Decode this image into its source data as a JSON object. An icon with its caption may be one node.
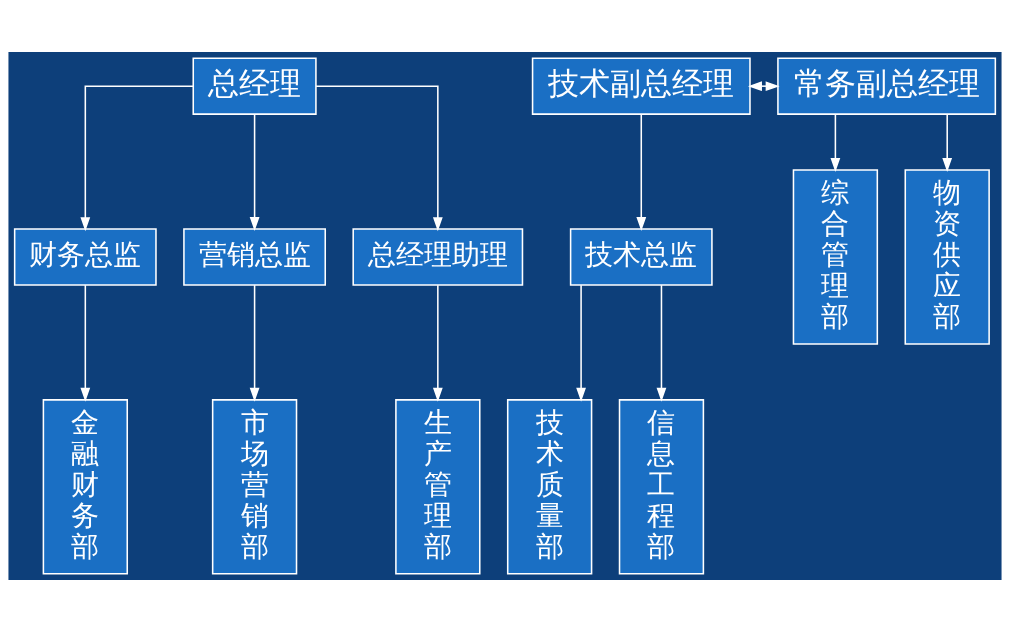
{
  "diagram": {
    "nodes": [
      {
        "text": [
          "总经理"
        ]
      },
      {
        "text": [
          "技术副总经理"
        ]
      },
      {
        "text": [
          "常务副总经理"
        ]
      },
      {
        "text": [
          "技术总监"
        ]
      },
      {
        "text": [
          "财务总监"
        ]
      },
      {
        "text": [
          "营销总监"
        ]
      },
      {
        "text": [
          "总经理助理"
        ]
      },
      {
        "text": [
          "技术质量部"
        ]
      },
      {
        "text": [
          "信息工程部"
        ]
      },
      {
        "text": [
          "金融财务部"
        ]
      },
      {
        "text": [
          "市场营销部"
        ]
      },
      {
        "text": [
          "生产管理部"
        ]
      },
      {
        "text": [
          "综合管理部"
        ]
      },
      {
        "text": [
          "物资供应部"
        ]
      }
    ],
    "edges": [
      {
        "from": 1,
        "to": 2,
        "arrow": "both"
      },
      {
        "from": 0,
        "to": 4,
        "arrow": "to"
      },
      {
        "from": 0,
        "to": 5,
        "arrow": "to"
      },
      {
        "from": 0,
        "to": 6,
        "arrow": "to"
      },
      {
        "from": 1,
        "to": 3,
        "arrow": "to"
      },
      {
        "from": 3,
        "to": 7,
        "arrow": "to"
      },
      {
        "from": 3,
        "to": 8,
        "arrow": "to"
      },
      {
        "from": 4,
        "to": 9,
        "arrow": "to"
      },
      {
        "from": 5,
        "to": 10,
        "arrow": "to"
      },
      {
        "from": 6,
        "to": 11,
        "arrow": "to"
      },
      {
        "from": 2,
        "to": 12,
        "arrow": "to"
      },
      {
        "from": 2,
        "to": 13,
        "arrow": "to"
      }
    ]
  }
}
